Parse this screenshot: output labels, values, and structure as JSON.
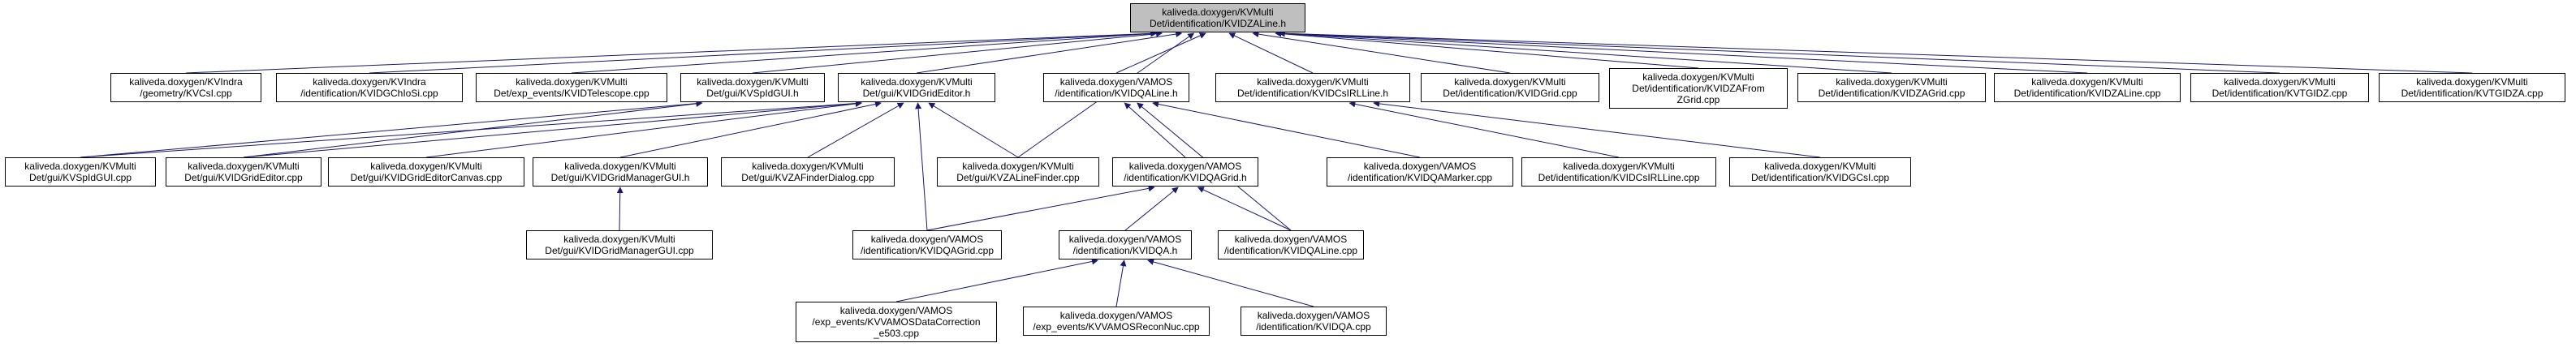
{
  "colors": {
    "edge": "#191970",
    "root_fill": "#bfbfbf",
    "node_fill": "#ffffff",
    "border": "#000000"
  },
  "root": {
    "id": "root",
    "lines": [
      "kaliveda.doxygen/KVMulti",
      "Det/identification/KVIDZALine.h"
    ]
  },
  "nodes": [
    {
      "id": "n1",
      "lines": [
        "kaliveda.doxygen/KVIndra",
        "/geometry/KVCsI.cpp"
      ]
    },
    {
      "id": "n2",
      "lines": [
        "kaliveda.doxygen/KVIndra",
        "/identification/KVIDGChIoSi.cpp"
      ]
    },
    {
      "id": "n3",
      "lines": [
        "kaliveda.doxygen/KVMulti",
        "Det/exp_events/KVIDTelescope.cpp"
      ]
    },
    {
      "id": "n4",
      "lines": [
        "kaliveda.doxygen/KVMulti",
        "Det/gui/KVSpIdGUI.h"
      ]
    },
    {
      "id": "n5",
      "lines": [
        "kaliveda.doxygen/KVMulti",
        "Det/gui/KVIDGridEditor.h"
      ]
    },
    {
      "id": "n6",
      "lines": [
        "kaliveda.doxygen/VAMOS",
        "/identification/KVIDQALine.h"
      ]
    },
    {
      "id": "n7",
      "lines": [
        "kaliveda.doxygen/KVMulti",
        "Det/identification/KVIDCsIRLLine.h"
      ]
    },
    {
      "id": "n8",
      "lines": [
        "kaliveda.doxygen/KVMulti",
        "Det/identification/KVIDGrid.cpp"
      ]
    },
    {
      "id": "n9",
      "lines": [
        "kaliveda.doxygen/KVMulti",
        "Det/identification/KVIDZAFrom",
        "ZGrid.cpp"
      ]
    },
    {
      "id": "n10",
      "lines": [
        "kaliveda.doxygen/KVMulti",
        "Det/identification/KVIDZAGrid.cpp"
      ]
    },
    {
      "id": "n11",
      "lines": [
        "kaliveda.doxygen/KVMulti",
        "Det/identification/KVIDZALine.cpp"
      ]
    },
    {
      "id": "n12",
      "lines": [
        "kaliveda.doxygen/KVMulti",
        "Det/identification/KVTGIDZ.cpp"
      ]
    },
    {
      "id": "n13",
      "lines": [
        "kaliveda.doxygen/KVMulti",
        "Det/identification/KVTGIDZA.cpp"
      ]
    },
    {
      "id": "n14",
      "lines": [
        "kaliveda.doxygen/KVMulti",
        "Det/gui/KVSpIdGUI.cpp"
      ]
    },
    {
      "id": "n15",
      "lines": [
        "kaliveda.doxygen/KVMulti",
        "Det/gui/KVIDGridEditor.cpp"
      ]
    },
    {
      "id": "n16",
      "lines": [
        "kaliveda.doxygen/KVMulti",
        "Det/gui/KVIDGridEditorCanvas.cpp"
      ]
    },
    {
      "id": "n17",
      "lines": [
        "kaliveda.doxygen/KVMulti",
        "Det/gui/KVIDGridManagerGUI.h"
      ]
    },
    {
      "id": "n18",
      "lines": [
        "kaliveda.doxygen/KVMulti",
        "Det/gui/KVZAFinderDialog.cpp"
      ]
    },
    {
      "id": "n19",
      "lines": [
        "kaliveda.doxygen/KVMulti",
        "Det/gui/KVZALineFinder.cpp"
      ]
    },
    {
      "id": "n20",
      "lines": [
        "kaliveda.doxygen/VAMOS",
        "/identification/KVIDQAGrid.h"
      ]
    },
    {
      "id": "n21",
      "lines": [
        "kaliveda.doxygen/VAMOS",
        "/identification/KVIDQAMarker.cpp"
      ]
    },
    {
      "id": "n22",
      "lines": [
        "kaliveda.doxygen/KVMulti",
        "Det/identification/KVIDCsIRLLine.cpp"
      ]
    },
    {
      "id": "n23",
      "lines": [
        "kaliveda.doxygen/KVMulti",
        "Det/identification/KVIDGCsI.cpp"
      ]
    },
    {
      "id": "n24",
      "lines": [
        "kaliveda.doxygen/KVMulti",
        "Det/gui/KVIDGridManagerGUI.cpp"
      ]
    },
    {
      "id": "n25",
      "lines": [
        "kaliveda.doxygen/VAMOS",
        "/identification/KVIDQAGrid.cpp"
      ]
    },
    {
      "id": "n26",
      "lines": [
        "kaliveda.doxygen/VAMOS",
        "/identification/KVIDQA.h"
      ]
    },
    {
      "id": "n27",
      "lines": [
        "kaliveda.doxygen/VAMOS",
        "/identification/KVIDQALine.cpp"
      ]
    },
    {
      "id": "n28",
      "lines": [
        "kaliveda.doxygen/VAMOS",
        "/exp_events/KVVAMOSDataCorrection",
        "_e503.cpp"
      ]
    },
    {
      "id": "n29",
      "lines": [
        "kaliveda.doxygen/VAMOS",
        "/exp_events/KVVAMOSReconNuc.cpp"
      ]
    },
    {
      "id": "n30",
      "lines": [
        "kaliveda.doxygen/VAMOS",
        "/identification/KVIDQA.cpp"
      ]
    }
  ],
  "edges": [
    [
      "n1",
      "root"
    ],
    [
      "n2",
      "root"
    ],
    [
      "n3",
      "root"
    ],
    [
      "n4",
      "root"
    ],
    [
      "n5",
      "root"
    ],
    [
      "n6",
      "root"
    ],
    [
      "n7",
      "root"
    ],
    [
      "n8",
      "root"
    ],
    [
      "n9",
      "root"
    ],
    [
      "n10",
      "root"
    ],
    [
      "n11",
      "root"
    ],
    [
      "n12",
      "root"
    ],
    [
      "n13",
      "root"
    ],
    [
      "n19",
      "root"
    ],
    [
      "n14",
      "n4"
    ],
    [
      "n15",
      "n4"
    ],
    [
      "n14",
      "n5"
    ],
    [
      "n15",
      "n5"
    ],
    [
      "n16",
      "n5"
    ],
    [
      "n17",
      "n5"
    ],
    [
      "n18",
      "n5"
    ],
    [
      "n19",
      "n5"
    ],
    [
      "n25",
      "n5"
    ],
    [
      "n20",
      "n6"
    ],
    [
      "n21",
      "n6"
    ],
    [
      "n27",
      "n6"
    ],
    [
      "n22",
      "n7"
    ],
    [
      "n23",
      "n7"
    ],
    [
      "n24",
      "n17"
    ],
    [
      "n25",
      "n20"
    ],
    [
      "n26",
      "n20"
    ],
    [
      "n27",
      "n20"
    ],
    [
      "n28",
      "n26"
    ],
    [
      "n29",
      "n26"
    ],
    [
      "n30",
      "n26"
    ]
  ]
}
